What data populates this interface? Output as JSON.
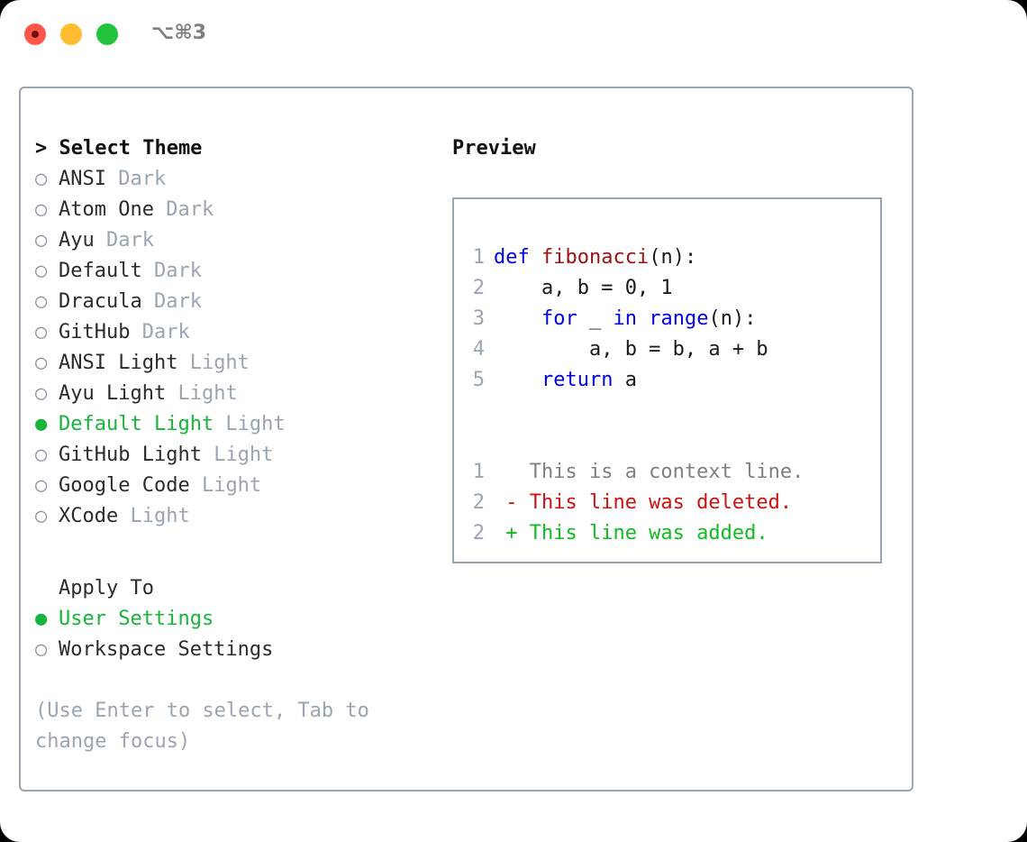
{
  "titlebar": {
    "shortcut": "⌥⌘3",
    "buttons": [
      "close-button",
      "minimize-button",
      "maximize-button"
    ]
  },
  "colors": {
    "selected_green": "#18b43c",
    "muted_grey": "#9aa5b4",
    "border": "#9aa5b4",
    "keyword_blue": "#0000e0",
    "function_red": "#9b1212",
    "diff_delete": "#cc1111",
    "diff_add": "#11bb22"
  },
  "theme_picker": {
    "header": "> Select Theme",
    "items": [
      {
        "marker": "○",
        "selected": false,
        "name": "ANSI",
        "suffix": "Dark"
      },
      {
        "marker": "○",
        "selected": false,
        "name": "Atom One",
        "suffix": "Dark"
      },
      {
        "marker": "○",
        "selected": false,
        "name": "Ayu",
        "suffix": "Dark"
      },
      {
        "marker": "○",
        "selected": false,
        "name": "Default",
        "suffix": "Dark"
      },
      {
        "marker": "○",
        "selected": false,
        "name": "Dracula",
        "suffix": "Dark"
      },
      {
        "marker": "○",
        "selected": false,
        "name": "GitHub",
        "suffix": "Dark"
      },
      {
        "marker": "○",
        "selected": false,
        "name": "ANSI Light",
        "suffix": "Light"
      },
      {
        "marker": "○",
        "selected": false,
        "name": "Ayu Light",
        "suffix": "Light"
      },
      {
        "marker": "●",
        "selected": true,
        "name": "Default Light",
        "suffix": "Light"
      },
      {
        "marker": "○",
        "selected": false,
        "name": "GitHub Light",
        "suffix": "Light"
      },
      {
        "marker": "○",
        "selected": false,
        "name": "Google Code",
        "suffix": "Light"
      },
      {
        "marker": "○",
        "selected": false,
        "name": "XCode",
        "suffix": "Light"
      }
    ]
  },
  "apply_to": {
    "header": "Apply To",
    "items": [
      {
        "marker": "●",
        "selected": true,
        "name": "User Settings"
      },
      {
        "marker": "○",
        "selected": false,
        "name": "Workspace Settings"
      }
    ]
  },
  "hint": "(Use Enter to select, Tab to change focus)",
  "preview": {
    "title": "Preview",
    "code_lines": [
      {
        "no": "1",
        "tokens": [
          {
            "t": "def ",
            "c": "kw"
          },
          {
            "t": "fibonacci",
            "c": "fn"
          },
          {
            "t": "(n):",
            "c": "pl"
          }
        ]
      },
      {
        "no": "2",
        "tokens": [
          {
            "t": "    a, b = 0, 1",
            "c": "pl"
          }
        ]
      },
      {
        "no": "3",
        "tokens": [
          {
            "t": "    ",
            "c": "pl"
          },
          {
            "t": "for",
            "c": "kw"
          },
          {
            "t": " _ ",
            "c": "pl"
          },
          {
            "t": "in",
            "c": "kw"
          },
          {
            "t": " ",
            "c": "pl"
          },
          {
            "t": "range",
            "c": "kw"
          },
          {
            "t": "(n):",
            "c": "pl"
          }
        ]
      },
      {
        "no": "4",
        "tokens": [
          {
            "t": "        a, b = b, a + b",
            "c": "pl"
          }
        ]
      },
      {
        "no": "5",
        "tokens": [
          {
            "t": "    ",
            "c": "pl"
          },
          {
            "t": "return",
            "c": "kw"
          },
          {
            "t": " a",
            "c": "pl"
          }
        ]
      }
    ],
    "diff_lines": [
      {
        "no": "1",
        "tokens": [
          {
            "t": "   This is a context line.",
            "c": "ctx"
          }
        ]
      },
      {
        "no": "2",
        "tokens": [
          {
            "t": " - This line was deleted.",
            "c": "del"
          }
        ]
      },
      {
        "no": "2",
        "tokens": [
          {
            "t": " + This line was added.",
            "c": "add"
          }
        ]
      }
    ]
  }
}
